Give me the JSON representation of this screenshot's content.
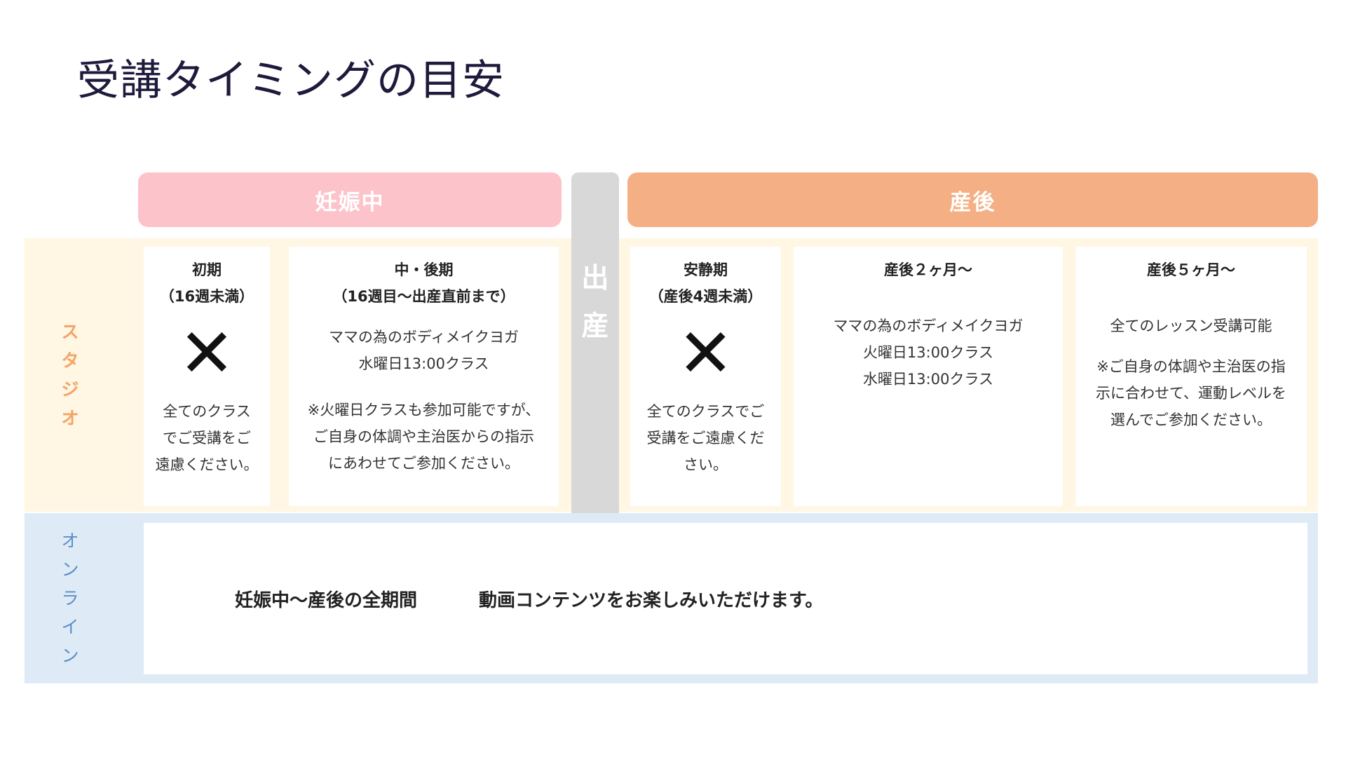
{
  "title": "受講タイミングの目安",
  "periods": {
    "pregnancy": "妊娠中",
    "birth": [
      "出",
      "産"
    ],
    "postpartum": "産後"
  },
  "rows": {
    "studio": [
      "ス",
      "タ",
      "ジ",
      "オ"
    ],
    "online": [
      "オ",
      "ン",
      "ラ",
      "イ",
      "ン"
    ]
  },
  "cards": {
    "early": {
      "heading": [
        "初期",
        "（16週未満）"
      ],
      "mark": "✕",
      "body": [
        "全てのクラス",
        "でご受講をご",
        "遠慮ください。"
      ]
    },
    "mid": {
      "heading": [
        "中・後期",
        "（16週目〜出産直前まで）"
      ],
      "classes": [
        "ママの為のボディメイクヨガ",
        "水曜日13:00クラス"
      ],
      "note": [
        "※火曜日クラスも参加可能ですが、",
        "ご自身の体調や主治医からの指示",
        "にあわせてご参加ください。"
      ]
    },
    "rest": {
      "heading": [
        "安静期",
        "（産後4週未満）"
      ],
      "mark": "✕",
      "body": [
        "全てのクラスでご",
        "受講をご遠慮くだ",
        "さい。"
      ]
    },
    "post2": {
      "heading": "産後２ヶ月〜",
      "classes": [
        "ママの為のボディメイクヨガ",
        "火曜日13:00クラス",
        "水曜日13:00クラス"
      ]
    },
    "post5": {
      "heading": "産後５ヶ月〜",
      "body": "全てのレッスン受講可能",
      "note": [
        "※ご自身の体調や主治医の指",
        "示に合わせて、運動レベルを",
        "選んでご参加ください。"
      ]
    }
  },
  "online": {
    "period": "妊娠中〜産後の全期間",
    "text": "動画コンテンツをお楽しみいただけます。"
  },
  "colors": {
    "pregnancy_header": "#fcc4ca",
    "postpartum_header": "#f4b084",
    "studio_row": "#fff6e4",
    "online_row": "#deebf6",
    "birth_column": "#d8d8d8",
    "studio_label": "#f4a466",
    "online_label": "#5b8fc7"
  }
}
